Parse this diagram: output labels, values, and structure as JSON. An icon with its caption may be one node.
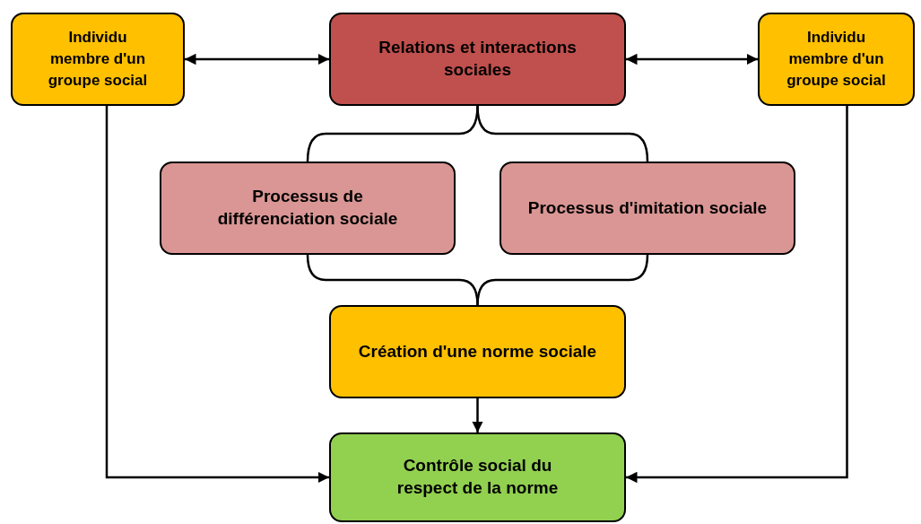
{
  "diagram": {
    "nodes": [
      {
        "text": [
          "Individu membre d'un groupe social"
        ]
      },
      {
        "text": [
          "Relations et interactions sociales"
        ]
      },
      {
        "text": [
          "Individu membre d'un groupe social"
        ]
      },
      {
        "text": [
          "Processus de différenciation sociale"
        ]
      },
      {
        "text": [
          "Processus d'imitation sociale"
        ]
      },
      {
        "text": [
          "Création d'une norme sociale"
        ]
      },
      {
        "text": [
          "Contrôle social du respect de la norme"
        ]
      }
    ],
    "edges": [
      {
        "from": 0,
        "to": 1,
        "arrow": "both"
      },
      {
        "from": 1,
        "to": 2,
        "arrow": "both"
      },
      {
        "from": 1,
        "to": 3,
        "arrow": "none"
      },
      {
        "from": 1,
        "to": 4,
        "arrow": "none"
      },
      {
        "from": 3,
        "to": 5,
        "arrow": "none"
      },
      {
        "from": 4,
        "to": 5,
        "arrow": "none"
      },
      {
        "from": 5,
        "to": 6,
        "arrow": "to"
      },
      {
        "from": 0,
        "to": 6,
        "arrow": "to"
      },
      {
        "from": 2,
        "to": 6,
        "arrow": "to"
      }
    ]
  }
}
